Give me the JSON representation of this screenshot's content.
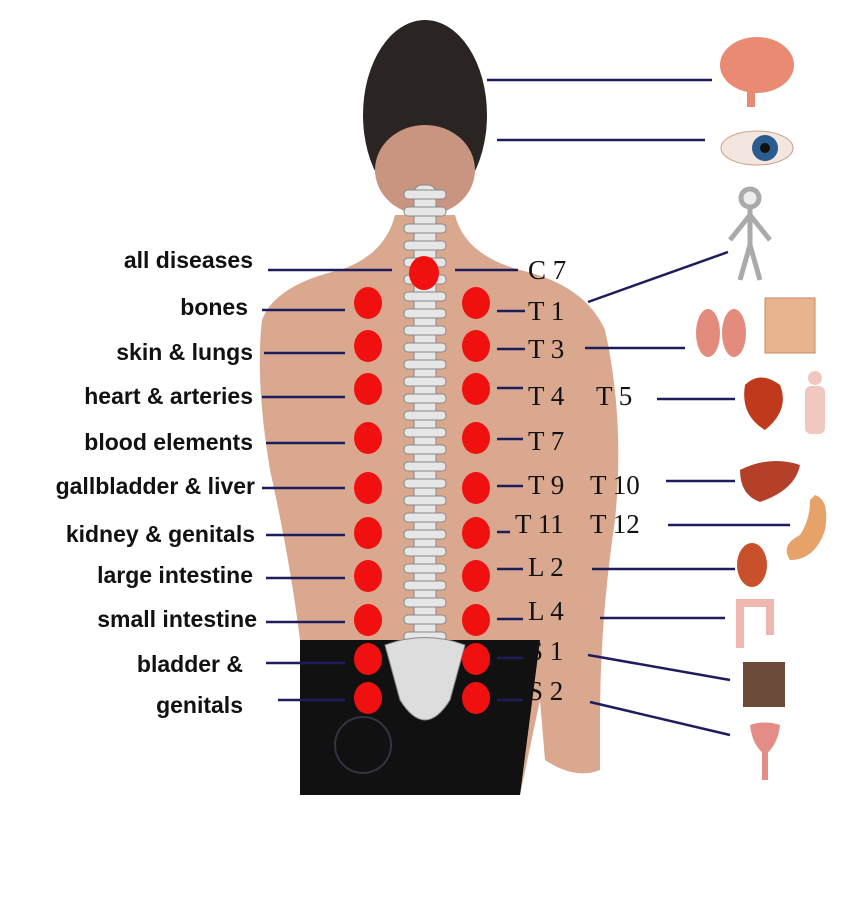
{
  "colors": {
    "pressure_point": "#f01010",
    "skin": "#d9a88f",
    "hair": "#2a2522",
    "pants": "#111111",
    "line": "#1d1d5e"
  },
  "left_labels": [
    "all diseases",
    "bones",
    "skin & lungs",
    "heart & arteries",
    "blood elements",
    "gallbladder & liver",
    "kidney & genitals",
    "large intestine",
    "small intestine",
    "bladder &",
    "genitals"
  ],
  "vertebrae": [
    "C 7",
    "T 1",
    "T 3",
    "T 4",
    "T 5",
    "T 7",
    "T 9",
    "T 10",
    "T 11",
    "T 12",
    "L 2",
    "L 4",
    "S 1",
    "S 2"
  ],
  "organs": [
    "brain-icon",
    "eye-icon",
    "skeleton-icon",
    "lungs-icon",
    "skin-layers-icon",
    "heart-icon",
    "circulatory-system-icon",
    "liver-icon",
    "stomach-icon",
    "kidney-icon",
    "large-intestine-icon",
    "tissue-icon",
    "uterus-icon"
  ]
}
